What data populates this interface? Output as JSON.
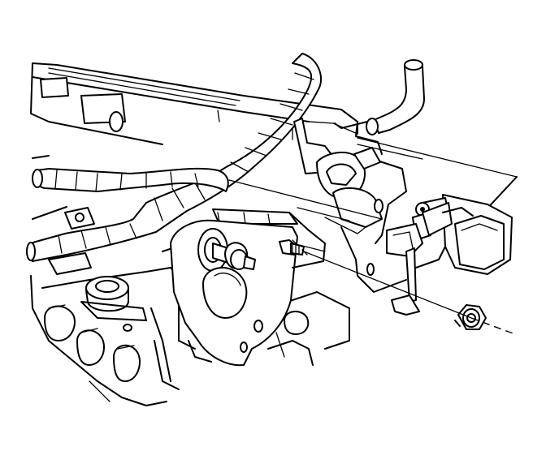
{
  "diagram": {
    "parts": [
      {
        "id": "engine-block",
        "icon": "engine-block-outline"
      },
      {
        "id": "intake-manifold",
        "icon": "manifold-outline"
      },
      {
        "id": "wiring-harness",
        "icon": "conduit-loom"
      },
      {
        "id": "vacuum-hose",
        "icon": "hose"
      },
      {
        "id": "mounting-bracket",
        "icon": "bracket"
      },
      {
        "id": "sensor-module",
        "icon": "sensor"
      },
      {
        "id": "mounting-stud",
        "icon": "stud"
      },
      {
        "id": "nut",
        "icon": "hex-nut"
      }
    ],
    "colors": {
      "ink": "#000000",
      "paper": "#ffffff"
    }
  }
}
